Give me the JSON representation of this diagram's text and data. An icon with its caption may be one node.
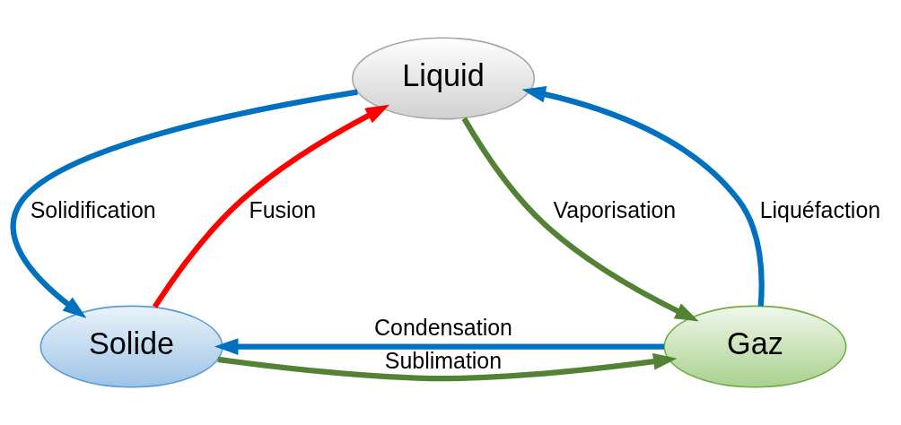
{
  "diagram": {
    "nodes": [
      {
        "text": [
          "Liquid"
        ]
      },
      {
        "text": [
          "Solide"
        ]
      },
      {
        "text": [
          "Gaz"
        ]
      }
    ],
    "edges": [
      {
        "from": 1,
        "to": 0,
        "arrow": "to",
        "label": "Fusion",
        "color": "#ff0000"
      },
      {
        "from": 0,
        "to": 1,
        "arrow": "to",
        "label": "Solidification",
        "color": "#0070c0"
      },
      {
        "from": 2,
        "to": 0,
        "arrow": "to",
        "label": "Liquéfaction",
        "color": "#0070c0"
      },
      {
        "from": 0,
        "to": 2,
        "arrow": "to",
        "label": "Vaporisation",
        "color": "#548235"
      },
      {
        "from": 2,
        "to": 1,
        "arrow": "to",
        "label": "Condensation",
        "color": "#0070c0"
      },
      {
        "from": 1,
        "to": 2,
        "arrow": "to",
        "label": "Sublimation",
        "color": "#548235"
      }
    ]
  }
}
